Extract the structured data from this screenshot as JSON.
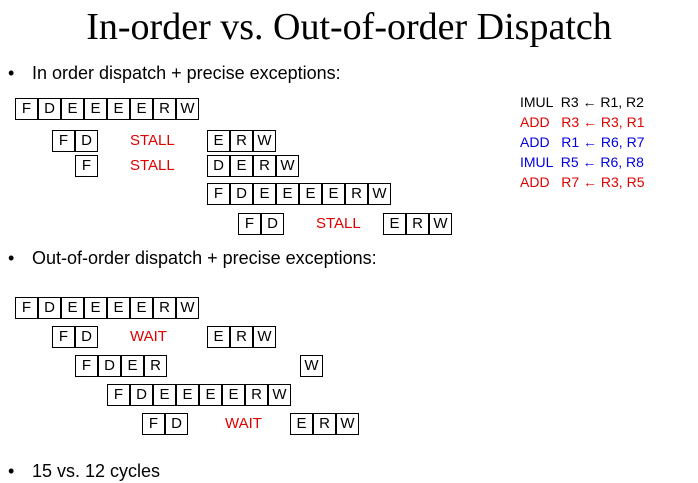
{
  "title": "In-order vs. Out-of-order Dispatch",
  "bullets": [
    "In order dispatch + precise exceptions:",
    "Out-of-order dispatch + precise exceptions:",
    "15 vs. 12 cycles"
  ],
  "bullet_glyph": "•",
  "instructions": [
    {
      "text": "IMUL  R3 ← R1, R2",
      "color": "#000000"
    },
    {
      "text": "ADD   R3 ← R3, R1",
      "color": "#e00000"
    },
    {
      "text": "ADD   R1 ← R6, R7",
      "color": "#0000e0"
    },
    {
      "text": "IMUL  R5 ← R6, R8",
      "color": "#0000e0"
    },
    {
      "text": "ADD   R7 ← R3, R5",
      "color": "#e00000"
    }
  ],
  "inorder_pipeline": {
    "stall_label": "STALL",
    "rows": [
      [
        "F",
        "D",
        "E",
        "E",
        "E",
        "E",
        "R",
        "W"
      ],
      [
        "F",
        "D",
        "E",
        "R",
        "W"
      ],
      [
        "F",
        "D",
        "E",
        "R",
        "W"
      ],
      [
        "F",
        "D",
        "E",
        "E",
        "E",
        "E",
        "R",
        "W"
      ],
      [
        "F",
        "D",
        "E",
        "R",
        "W"
      ]
    ]
  },
  "ooo_pipeline": {
    "wait_label": "WAIT",
    "rows": [
      [
        "F",
        "D",
        "E",
        "E",
        "E",
        "E",
        "R",
        "W"
      ],
      [
        "F",
        "D",
        "E",
        "R",
        "W"
      ],
      [
        "F",
        "D",
        "E",
        "R",
        "W"
      ],
      [
        "F",
        "D",
        "E",
        "E",
        "E",
        "E",
        "R",
        "W"
      ],
      [
        "F",
        "D",
        "E",
        "R",
        "W"
      ]
    ]
  }
}
